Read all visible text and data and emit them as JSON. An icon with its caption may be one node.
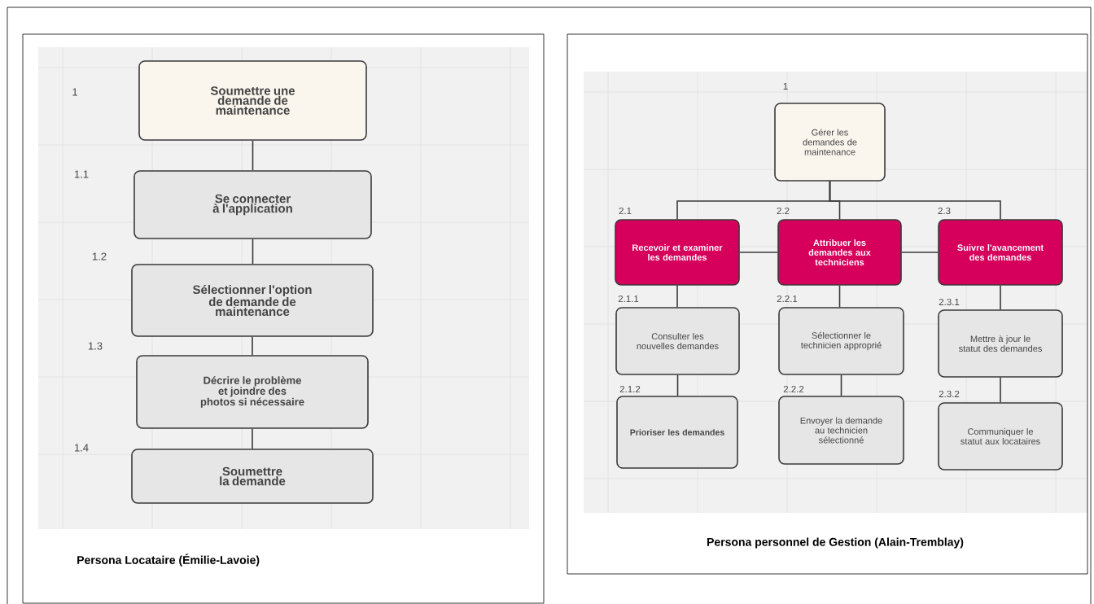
{
  "diagram": {
    "nodes": [
      {
        "text": [
          "Persona Locataire (Émilie-Lavoie)"
        ]
      },
      {
        "text": [
          "Soumettre une demande de maintenance"
        ],
        "in": 0
      },
      {
        "text": [
          "Se connecter à l'application"
        ],
        "in": 0
      },
      {
        "text": [
          "Sélectionner l'option de demande de maintenance"
        ],
        "in": 0
      },
      {
        "text": [
          "Décrire le problème et joindre des photos si nécessaire"
        ],
        "in": 0
      },
      {
        "text": [
          "Soumettre la demande"
        ],
        "in": 0
      },
      {
        "text": [
          "Persona personnel de Gestion (Alain-Tremblay)"
        ]
      },
      {
        "text": [
          "Gérer les demandes de maintenance"
        ],
        "beside": [
          "1"
        ],
        "in": 6
      },
      {
        "text": [
          "Recevoir et examiner les demandes"
        ],
        "beside": [
          "2.1"
        ],
        "in": 6
      },
      {
        "text": [
          "Attribuer les demandes aux techniciens"
        ],
        "beside": [
          "2.2"
        ],
        "in": 6
      },
      {
        "text": [
          "Suivre l'avancement des demandes"
        ],
        "beside": [
          "2.3"
        ],
        "in": 6
      },
      {
        "text": [
          "Consulter les nouvelles demandes"
        ],
        "beside": [
          "2.1.1"
        ],
        "in": 6
      },
      {
        "text": [
          "Prioriser les demandes"
        ],
        "beside": [
          "2.1.2"
        ],
        "in": 6
      },
      {
        "text": [
          "Sélectionner le technicien approprié"
        ],
        "beside": [
          "2.2.1"
        ],
        "in": 6
      },
      {
        "text": [
          "Envoyer la demande au technicien sélectionné"
        ],
        "beside": [
          "2.2.2"
        ],
        "in": 6
      },
      {
        "text": [
          "Mettre à jour le statut des demandes"
        ],
        "beside": [
          "2.3.1"
        ],
        "in": 6
      },
      {
        "text": [
          "Communiquer le statut aux locataires"
        ],
        "beside": [
          "2.3.2"
        ],
        "in": 6
      }
    ],
    "edges": [
      {
        "from": 1,
        "to": 2,
        "arrow": "none"
      },
      {
        "from": 2,
        "to": 3,
        "arrow": "none"
      },
      {
        "from": 3,
        "to": 4,
        "arrow": "none"
      },
      {
        "from": 4,
        "to": 5,
        "arrow": "none"
      },
      {
        "from": 7,
        "to": 8,
        "arrow": "none"
      },
      {
        "from": 7,
        "to": 9,
        "arrow": "none"
      },
      {
        "from": 7,
        "to": 10,
        "arrow": "none"
      },
      {
        "from": 8,
        "to": 9,
        "arrow": "none"
      },
      {
        "from": 9,
        "to": 10,
        "arrow": "none"
      },
      {
        "from": 8,
        "to": 11,
        "arrow": "none"
      },
      {
        "from": 11,
        "to": 12,
        "arrow": "none"
      },
      {
        "from": 9,
        "to": 13,
        "arrow": "none"
      },
      {
        "from": 13,
        "to": 14,
        "arrow": "none"
      },
      {
        "from": 10,
        "to": 15,
        "arrow": "none"
      },
      {
        "from": 15,
        "to": 16,
        "arrow": "none"
      }
    ],
    "labels": [
      "1",
      "1.1",
      "1.2",
      "1.3",
      "1.4"
    ]
  }
}
